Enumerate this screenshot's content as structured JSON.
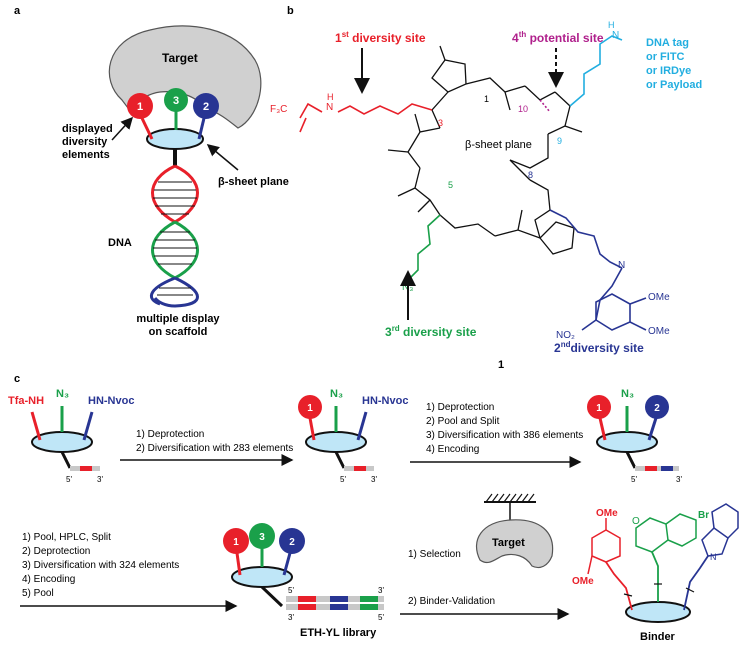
{
  "panel_labels": {
    "a": "a",
    "b": "b",
    "c": "c"
  },
  "panel_a": {
    "target": "Target",
    "site1": "1",
    "site2": "2",
    "site3": "3",
    "displayed_line1": "displayed",
    "displayed_line2": "diversity",
    "displayed_line3": "elements",
    "sheet_plane": "β-sheet plane",
    "dna": "DNA",
    "multiple_line1": "multiple display",
    "multiple_line2": "on scaffold"
  },
  "panel_b": {
    "first_site": "1",
    "first_site_sup": "st",
    "first_site_rest": " diversity site",
    "fourth_site": "4",
    "fourth_site_sup": "th",
    "fourth_site_rest": " potential site",
    "third_site": "3",
    "third_site_sup": "rd",
    "third_site_rest": " diversity site",
    "second_site": "2",
    "second_site_sup": "nd",
    "second_site_rest": "diversity site",
    "dna_tag_lines": [
      "DNA tag",
      "or FITC",
      "or IRDye",
      "or Payload"
    ],
    "sheet_plane": "β-sheet plane",
    "f3c": "F₃C",
    "nh_left": "N",
    "h_left": "H",
    "n3_green": "N₃",
    "no2": "NO₂",
    "ome1": "OMe",
    "ome2": "OMe",
    "atom_n_blue": "N",
    "atom_h_blue": "H",
    "nums": {
      "n1": "1",
      "n3": "3",
      "n5": "5",
      "n8": "8",
      "n9": "9",
      "n10": "10"
    },
    "compound_number": "1"
  },
  "panel_c": {
    "tfa_nh": "Tfa-NH",
    "n3": "N₃",
    "hn_nvoc": "HN-Nvoc",
    "step1_lines": [
      "1) Deprotection",
      "2) Diversification with 283 elements"
    ],
    "step2_lines": [
      "1) Deprotection",
      "2) Pool and Split",
      "3) Diversification with 386 elements",
      "4) Encoding"
    ],
    "step3_lines": [
      "1) Pool, HPLC, Split",
      "2) Deprotection",
      "3) Diversification with 324 elements",
      "4) Encoding",
      "5) Pool"
    ],
    "five_prime": "5'",
    "three_prime": "3'",
    "site1": "1",
    "site2": "2",
    "site3": "3",
    "library_name": "ETH-YL library",
    "selection": "1) Selection",
    "binder_validation": "2) Binder-Validation",
    "target": "Target",
    "binder": "Binder",
    "ome_top": "OMe",
    "ome_bottom": "OMe",
    "br": "Br",
    "o_atom": "O",
    "n_atom": "N"
  },
  "colors": {
    "red": "#e8202a",
    "green": "#1aa04a",
    "blue": "#283593",
    "light_blue": "#bfe6f7",
    "magenta": "#b0208c",
    "cyan": "#22aee0",
    "grey": "#d0d0d0"
  }
}
